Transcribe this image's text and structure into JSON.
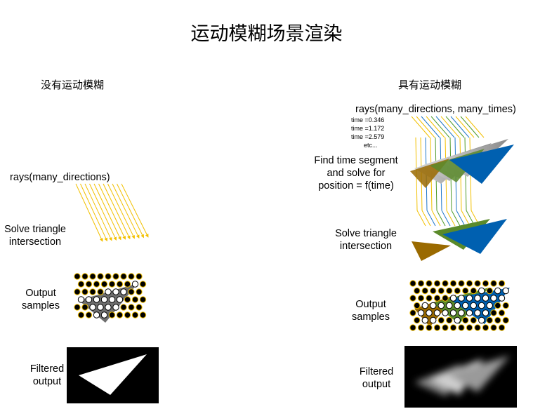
{
  "title": "运动模糊场景渲染",
  "left": {
    "heading": "没有运动模糊",
    "rays_label": "rays(many_directions)",
    "solve_label": [
      "Solve triangle",
      "intersection"
    ],
    "output_label": [
      "Output",
      "samples"
    ],
    "filtered_label": [
      "Filtered",
      "output"
    ]
  },
  "right": {
    "heading": "具有运动模糊",
    "rays_label": "rays(many_directions, many_times)",
    "times": [
      "time =0.346",
      "time =1.172",
      "time =2.579",
      "etc..."
    ],
    "segment_label": [
      "Find time segment",
      "and solve for",
      "position = f(time)"
    ],
    "solve_label": [
      "Solve triangle",
      "intersection"
    ],
    "output_label": [
      "Output",
      "samples"
    ],
    "filtered_label": [
      "Filtered",
      "output"
    ]
  },
  "colors": {
    "ray_yellow": "#f2c000",
    "ray_blue": "#1f77c8",
    "ray_green": "#4e9a2a",
    "tri_brown": "#9a6a00",
    "tri_green": "#5a8a2a",
    "tri_blue": "#0060b0",
    "tri_gray": "#6e6e6e"
  }
}
